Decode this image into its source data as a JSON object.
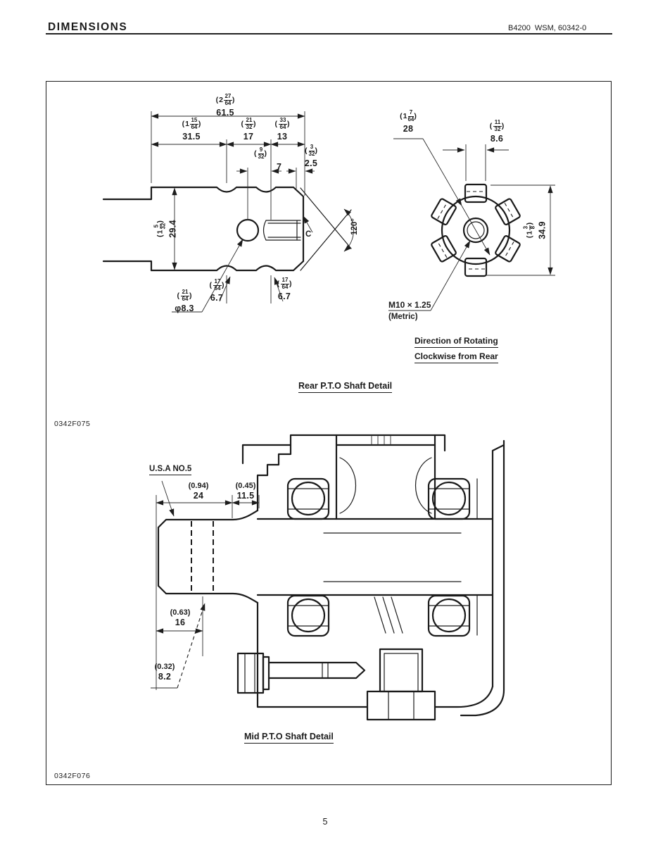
{
  "header": {
    "title": "DIMENSIONS",
    "doc_ref": "B4200  WSM, 60342-0"
  },
  "footer": {
    "page_number": "5"
  },
  "rear": {
    "caption": "Rear P.T.O Shaft Detail",
    "code": "0342F075",
    "thread_label": "M10 × 1.25",
    "thread_note": "(Metric)",
    "rotation_note_line1": "Direction of Rotating",
    "rotation_note_line2": "Clockwise from Rear",
    "chamfer_angle": "120°",
    "chamfer_mark": "C",
    "dims": {
      "overall": {
        "display": "(2 27/64) 61.5",
        "whole": "2",
        "num": "27",
        "den": "64",
        "mm": "61.5"
      },
      "seg1": {
        "display": "(1 15/64) 31.5",
        "whole": "1",
        "num": "15",
        "den": "64",
        "mm": "31.5"
      },
      "seg2": {
        "display": "(21/32) 17",
        "whole": "",
        "num": "21",
        "den": "32",
        "mm": "17"
      },
      "seg3": {
        "display": "(33/64) 13",
        "whole": "",
        "num": "33",
        "den": "64",
        "mm": "13"
      },
      "neck": {
        "display": "(9/32) 7",
        "whole": "",
        "num": "9",
        "den": "32",
        "mm": "7"
      },
      "chamfer_len": {
        "display": "(3/32) 2.5",
        "whole": "",
        "num": "3",
        "den": "32",
        "mm": "2.5"
      },
      "shaft_dia": {
        "display": "(1 5/32) 29.4",
        "whole": "1",
        "num": "5",
        "den": "32",
        "mm": "29.4"
      },
      "hole_dia": {
        "display": "(21/64) φ8.3",
        "whole": "",
        "num": "21",
        "den": "64",
        "mm": "φ8.3"
      },
      "groove1": {
        "display": "(17/64) 6.7",
        "whole": "",
        "num": "17",
        "den": "64",
        "mm": "6.7"
      },
      "groove2": {
        "display": "(17/64) 6.7",
        "whole": "",
        "num": "17",
        "den": "64",
        "mm": "6.7"
      },
      "spline_dia": {
        "display": "(1 7/64) 28",
        "whole": "1",
        "num": "7",
        "den": "64",
        "mm": "28"
      },
      "tooth_width": {
        "display": "(11/32) 8.6",
        "whole": "",
        "num": "11",
        "den": "32",
        "mm": "8.6"
      },
      "spline_od": {
        "display": "(1 3/8) 34.9",
        "whole": "1",
        "num": "3",
        "den": "8",
        "mm": "34.9"
      }
    }
  },
  "mid": {
    "caption": "Mid P.T.O Shaft Detail",
    "code": "0342F076",
    "spline_standard": "U.S.A NO.5",
    "dims": {
      "shaft_len": {
        "inch": "(0.94)",
        "mm": "24"
      },
      "taper_len": {
        "inch": "(0.45)",
        "mm": "11.5"
      },
      "hole_pos": {
        "inch": "(0.63)",
        "mm": "16"
      },
      "hole_dia": {
        "inch": "(0.32)",
        "mm": "8.2"
      }
    }
  }
}
